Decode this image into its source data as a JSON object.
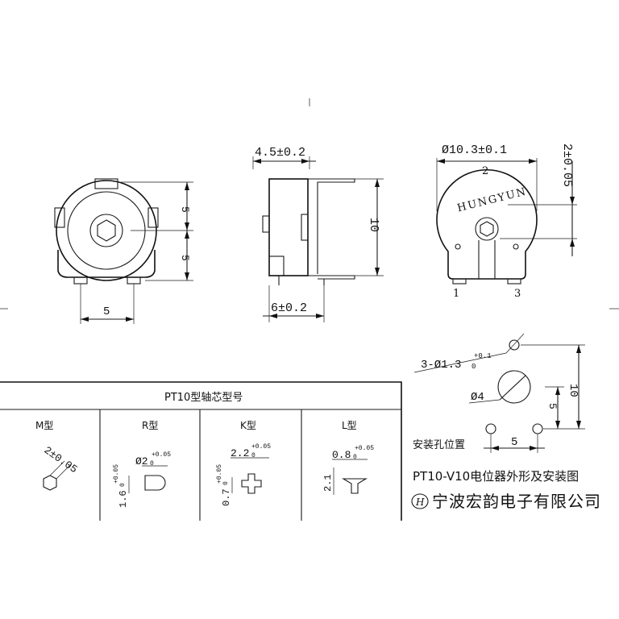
{
  "top_view": {
    "dim_h_top": "5",
    "dim_h_bottom": "5",
    "dim_bottom": "5"
  },
  "side_view": {
    "dim_top": "4.5±0.2",
    "dim_height": "10",
    "dim_bottom": "6±0.2"
  },
  "front_view": {
    "dim_diameter": "Ø10.3±0.1",
    "dim_right": "2±0.05",
    "label_2": "2",
    "brand": "HUNGYUN",
    "pin_1": "1",
    "pin_3": "3"
  },
  "mount_hole": {
    "hole_dim": "3-Ø1.3",
    "hole_tol_plus": "+0.1",
    "hole_tol_zero": "0",
    "center_dim": "Ø4",
    "dim_height": "10",
    "dim_half": "5",
    "dim_width": "5",
    "title": "安装孔位置"
  },
  "shaft_table": {
    "title": "PT10型轴芯型号",
    "columns": [
      {
        "name": "M型",
        "dim1": "2±0.05"
      },
      {
        "name": "R型",
        "dim1": "Ø2",
        "dim1_plus": "+0.05",
        "dim1_zero": "0",
        "dim2": "1.6",
        "dim2_plus": "+0.05",
        "dim2_zero": "0"
      },
      {
        "name": "K型",
        "dim1": "2.2",
        "dim1_plus": "+0.05",
        "dim1_zero": "0",
        "dim2": "0.7",
        "dim2_plus": "+0.05",
        "dim2_zero": "0"
      },
      {
        "name": "L型",
        "dim1": "0.8",
        "dim1_plus": "+0.05",
        "dim1_zero": "0",
        "dim2": "2.1"
      }
    ]
  },
  "footer": {
    "drawing_title": "PT10-V10电位器外形及安装图",
    "company": "宁波宏韵电子有限公司",
    "logo_letter": "H"
  }
}
